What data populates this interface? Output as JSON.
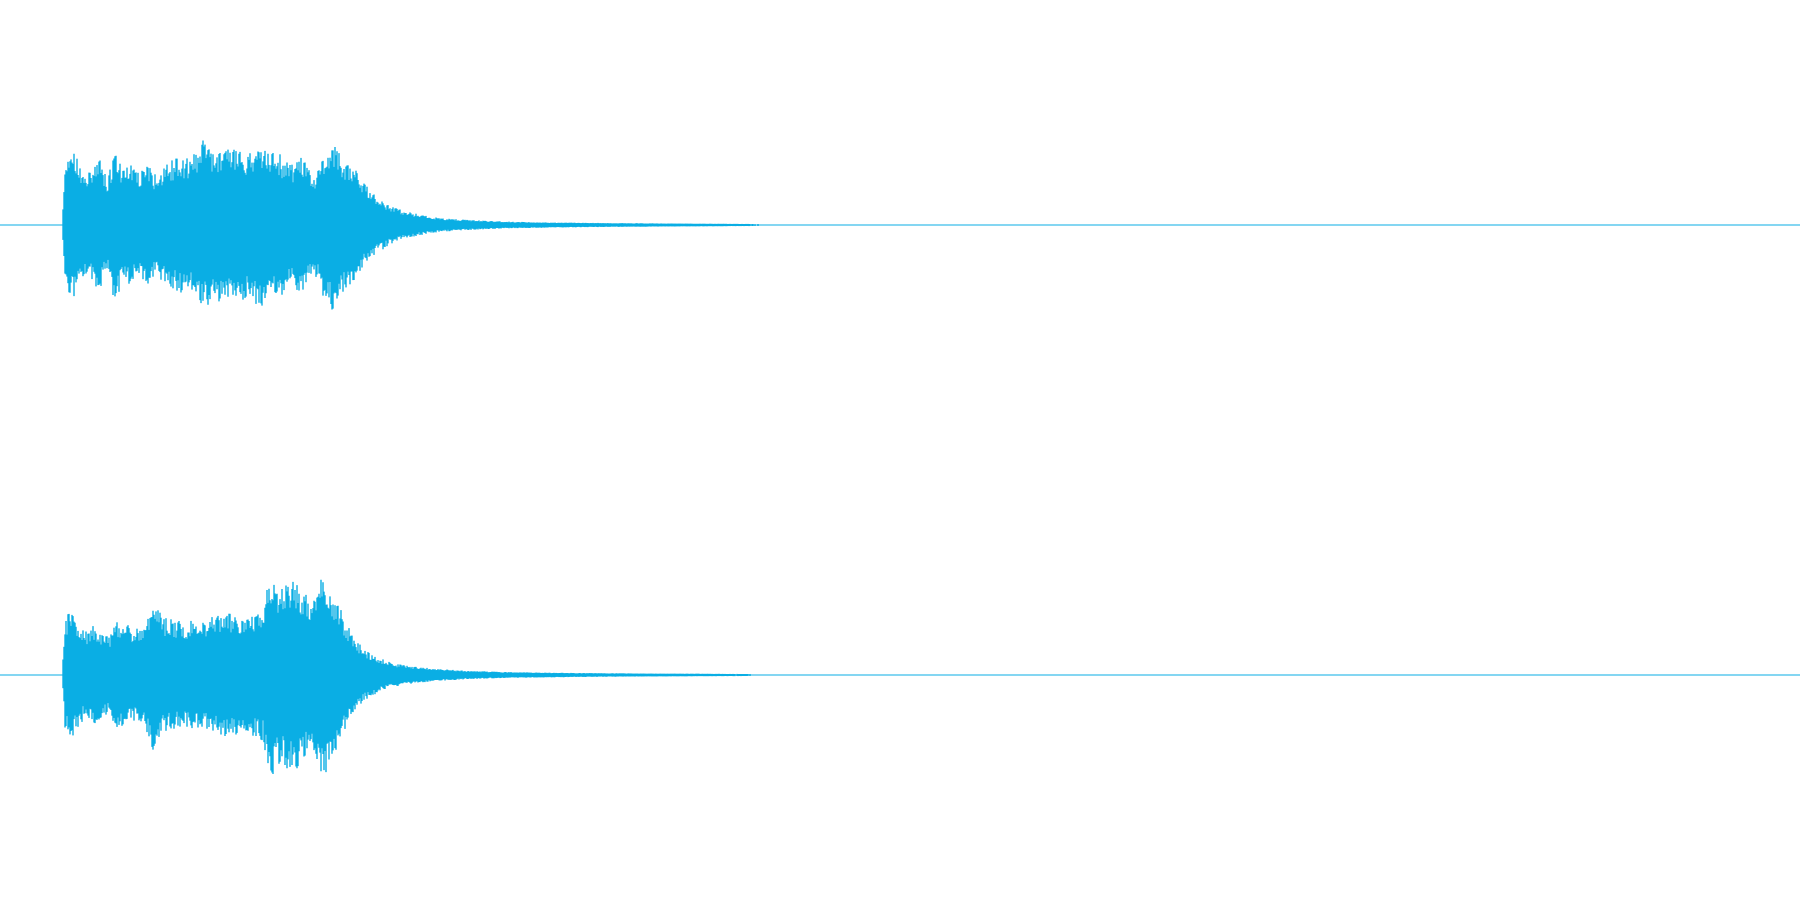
{
  "waveform": {
    "color": "#0aaee4",
    "background": "#ffffff",
    "channels": [
      {
        "id": "left",
        "envelope": [
          [
            0.0,
            0.0
          ],
          [
            0.003,
            0.45
          ],
          [
            0.008,
            0.62
          ],
          [
            0.015,
            0.55
          ],
          [
            0.024,
            0.38
          ],
          [
            0.032,
            0.46
          ],
          [
            0.04,
            0.52
          ],
          [
            0.048,
            0.36
          ],
          [
            0.056,
            0.64
          ],
          [
            0.064,
            0.44
          ],
          [
            0.072,
            0.5
          ],
          [
            0.08,
            0.42
          ],
          [
            0.09,
            0.48
          ],
          [
            0.1,
            0.4
          ],
          [
            0.112,
            0.5
          ],
          [
            0.124,
            0.56
          ],
          [
            0.136,
            0.52
          ],
          [
            0.148,
            0.7
          ],
          [
            0.16,
            0.58
          ],
          [
            0.172,
            0.64
          ],
          [
            0.184,
            0.62
          ],
          [
            0.196,
            0.58
          ],
          [
            0.208,
            0.68
          ],
          [
            0.22,
            0.6
          ],
          [
            0.232,
            0.56
          ],
          [
            0.244,
            0.5
          ],
          [
            0.256,
            0.55
          ],
          [
            0.266,
            0.38
          ],
          [
            0.272,
            0.46
          ],
          [
            0.278,
            0.62
          ],
          [
            0.286,
            0.68
          ],
          [
            0.296,
            0.54
          ],
          [
            0.306,
            0.5
          ],
          [
            0.318,
            0.34
          ],
          [
            0.33,
            0.24
          ],
          [
            0.345,
            0.16
          ],
          [
            0.36,
            0.11
          ],
          [
            0.38,
            0.075
          ],
          [
            0.4,
            0.05
          ],
          [
            0.43,
            0.035
          ],
          [
            0.47,
            0.022
          ],
          [
            0.52,
            0.015
          ],
          [
            0.58,
            0.01
          ],
          [
            0.64,
            0.007
          ],
          [
            0.7,
            0.004
          ],
          [
            0.75,
            0.002
          ],
          [
            0.79,
            0.0
          ],
          [
            1.0,
            0.0
          ]
        ]
      },
      {
        "id": "right",
        "envelope": [
          [
            0.0,
            0.0
          ],
          [
            0.003,
            0.42
          ],
          [
            0.008,
            0.52
          ],
          [
            0.015,
            0.46
          ],
          [
            0.024,
            0.34
          ],
          [
            0.032,
            0.4
          ],
          [
            0.04,
            0.36
          ],
          [
            0.05,
            0.3
          ],
          [
            0.058,
            0.44
          ],
          [
            0.068,
            0.4
          ],
          [
            0.078,
            0.38
          ],
          [
            0.088,
            0.42
          ],
          [
            0.096,
            0.64
          ],
          [
            0.106,
            0.46
          ],
          [
            0.118,
            0.44
          ],
          [
            0.13,
            0.42
          ],
          [
            0.14,
            0.46
          ],
          [
            0.152,
            0.44
          ],
          [
            0.164,
            0.48
          ],
          [
            0.176,
            0.5
          ],
          [
            0.188,
            0.46
          ],
          [
            0.2,
            0.5
          ],
          [
            0.212,
            0.52
          ],
          [
            0.22,
            0.84
          ],
          [
            0.23,
            0.7
          ],
          [
            0.24,
            0.78
          ],
          [
            0.25,
            0.74
          ],
          [
            0.26,
            0.62
          ],
          [
            0.268,
            0.66
          ],
          [
            0.276,
            0.82
          ],
          [
            0.284,
            0.72
          ],
          [
            0.292,
            0.58
          ],
          [
            0.3,
            0.42
          ],
          [
            0.31,
            0.28
          ],
          [
            0.322,
            0.19
          ],
          [
            0.336,
            0.13
          ],
          [
            0.35,
            0.09
          ],
          [
            0.37,
            0.065
          ],
          [
            0.395,
            0.045
          ],
          [
            0.425,
            0.03
          ],
          [
            0.46,
            0.02
          ],
          [
            0.51,
            0.014
          ],
          [
            0.57,
            0.009
          ],
          [
            0.63,
            0.006
          ],
          [
            0.69,
            0.004
          ],
          [
            0.74,
            0.002
          ],
          [
            0.79,
            0.0
          ],
          [
            1.0,
            0.0
          ]
        ]
      }
    ]
  }
}
